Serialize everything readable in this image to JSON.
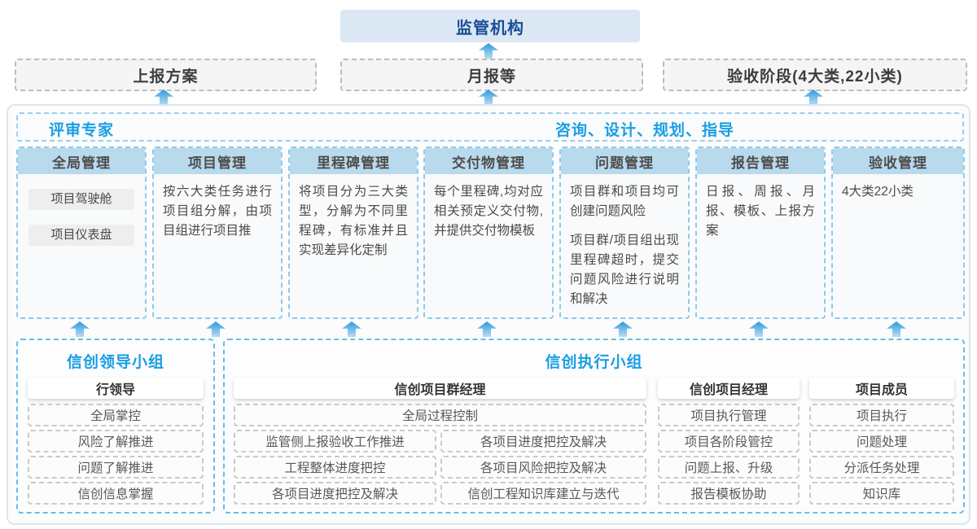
{
  "top": {
    "regulator": "监管机构",
    "reports": [
      "上报方案",
      "月报等",
      "验收阶段(4大类,22小类)"
    ]
  },
  "middle": {
    "left_title": "评审专家",
    "right_title": "咨询、设计、规划、指导",
    "columns": [
      {
        "header": "全局管理",
        "chips": [
          "项目驾驶舱",
          "项目仪表盘"
        ]
      },
      {
        "header": "项目管理",
        "paragraphs": [
          "按六大类任务进行项目组分解，由项目组进行项目推"
        ]
      },
      {
        "header": "里程碑管理",
        "paragraphs": [
          "将项目分为三大类型，分解为不同里程碑，有标准并且实现差异化定制"
        ]
      },
      {
        "header": "交付物管理",
        "paragraphs": [
          "每个里程碑,均对应相关预定义交付物,并提供交付物模板"
        ]
      },
      {
        "header": "问题管理",
        "paragraphs": [
          "项目群和项目均可创建问题风险",
          "项目群/项目组出现里程碑超时，提交问题风险进行说明和解决"
        ]
      },
      {
        "header": "报告管理",
        "paragraphs": [
          "日报、周报、月报、模板、上报方案"
        ]
      },
      {
        "header": "验收管理",
        "paragraphs": [
          "4大类22小类"
        ]
      }
    ]
  },
  "bottom": {
    "lead_group": {
      "title": "信创领导小组",
      "role": "行领导",
      "items": [
        "全局掌控",
        "风险了解推进",
        "问题了解推进",
        "信创信息掌握"
      ]
    },
    "exec_group": {
      "title": "信创执行小组",
      "pgm": {
        "role": "信创项目群经理",
        "full_item": "全局过程控制",
        "left_items": [
          "监管侧上报验收工作推进",
          "工程整体进度把控",
          "各项目进度把控及解决"
        ],
        "right_items": [
          "各项目进度把控及解决",
          "各项目风险把控及解决",
          "信创工程知识库建立与迭代"
        ]
      },
      "pm": {
        "role": "信创项目经理",
        "items": [
          "项目执行管理",
          "项目各阶段管控",
          "问题上报、升级",
          "报告模板协助"
        ]
      },
      "member": {
        "role": "项目成员",
        "items": [
          "项目执行",
          "问题处理",
          "分派任务处理",
          "知识库"
        ]
      }
    }
  },
  "colors": {
    "accent_blue": "#1a9ee3",
    "dark_blue_text": "#1a4e97",
    "regulator_bg": "#dbe7f3",
    "column_header_bg": "#b9daed",
    "dashed_blue_border": "#8ecaeb",
    "group_border": "#66bde9",
    "arrow_blue": "#4aa9e2"
  }
}
